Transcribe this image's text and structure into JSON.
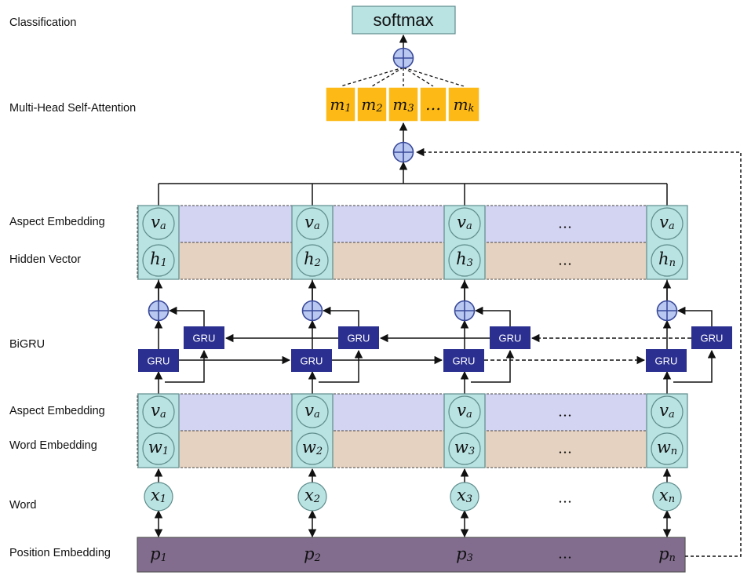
{
  "labels": {
    "classification": "Classification",
    "multi_head": "Multi-Head Self-Attention",
    "aspect_top": "Aspect Embedding",
    "hidden_vector": "Hidden Vector",
    "bigru": "BiGRU",
    "aspect_bottom": "Aspect Embedding",
    "word_embedding": "Word Embedding",
    "word": "Word",
    "position_embedding": "Position Embedding"
  },
  "softmax": "softmax",
  "gru_label": "GRU",
  "ellipsis": "…",
  "heads": [
    {
      "base": "m",
      "sub": "1"
    },
    {
      "base": "m",
      "sub": "2"
    },
    {
      "base": "m",
      "sub": "3"
    },
    {
      "base": "…",
      "sub": ""
    },
    {
      "base": "m",
      "sub": "k"
    }
  ],
  "columns": [
    {
      "aspect": {
        "base": "v",
        "sub": "a"
      },
      "hidden": {
        "base": "h",
        "sub": "1"
      },
      "wemb": {
        "base": "w",
        "sub": "1"
      },
      "word": {
        "base": "x",
        "sub": "1"
      },
      "pos": {
        "base": "p",
        "sub": "1"
      }
    },
    {
      "aspect": {
        "base": "v",
        "sub": "a"
      },
      "hidden": {
        "base": "h",
        "sub": "2"
      },
      "wemb": {
        "base": "w",
        "sub": "2"
      },
      "word": {
        "base": "x",
        "sub": "2"
      },
      "pos": {
        "base": "p",
        "sub": "2"
      }
    },
    {
      "aspect": {
        "base": "v",
        "sub": "a"
      },
      "hidden": {
        "base": "h",
        "sub": "3"
      },
      "wemb": {
        "base": "w",
        "sub": "3"
      },
      "word": {
        "base": "x",
        "sub": "3"
      },
      "pos": {
        "base": "p",
        "sub": "3"
      }
    },
    {
      "aspect": {
        "base": "v",
        "sub": "a"
      },
      "hidden": {
        "base": "h",
        "sub": "n"
      },
      "wemb": {
        "base": "w",
        "sub": "n"
      },
      "word": {
        "base": "x",
        "sub": "n"
      },
      "pos": {
        "base": "p",
        "sub": "n"
      }
    }
  ],
  "colors": {
    "cell": "#b9e2e2",
    "cell_stroke": "#5f8c8c",
    "aspect_band": "#d3d3f2",
    "hidden_band": "#e6d2c0",
    "position_band": "#826d8f",
    "head": "#fdb915",
    "gru": "#2b2f8f",
    "plus_fill": "#b9c8f1",
    "plus_stroke": "#3a4a9a"
  }
}
